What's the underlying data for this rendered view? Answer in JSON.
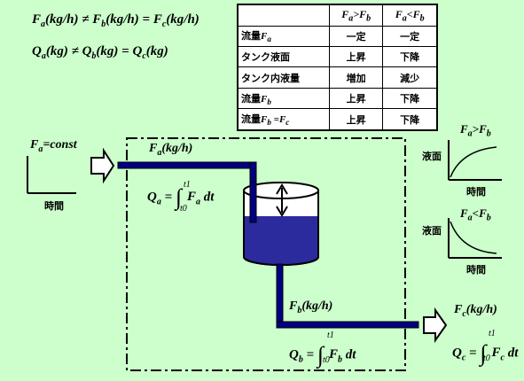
{
  "equations": {
    "eq1": {
      "F": "F",
      "a": "a",
      "unit": "(kg/h)",
      "neq": " ≠ ",
      "b": "b",
      "eqsign": " = ",
      "c": "c"
    },
    "eq2": {
      "Q": "Q",
      "a": "a",
      "unit": "(kg)",
      "neq": " ≠ ",
      "b": "b",
      "eqsign": " = ",
      "c": "c"
    }
  },
  "table": {
    "header": {
      "col1": "F",
      "col1_sub_a": "a",
      "col1_op": ">F",
      "col1_sub_b": "b",
      "col2": "F",
      "col2_sub_a": "a",
      "col2_op": "<F",
      "col2_sub_b": "b"
    },
    "rows": [
      {
        "label": "流量",
        "sym": "F",
        "sub": "a",
        "v1": "一定",
        "v2": "一定"
      },
      {
        "label": "タンク液面",
        "v1": "上昇",
        "v2": "下降"
      },
      {
        "label": "タンク内液量",
        "v1": "増加",
        "v2": "減少"
      },
      {
        "label": "流量",
        "sym": "F",
        "sub": "b",
        "v1": "上昇",
        "v2": "下降"
      },
      {
        "label": "流量",
        "sym": "F",
        "sub": "b",
        "extra": " =F",
        "extra_sub": "c",
        "v1": "上昇",
        "v2": "下降"
      }
    ]
  },
  "inflow": {
    "F": "F",
    "a": "a",
    "const": "=const",
    "time": "時間"
  },
  "pipe_in_label": {
    "F": "F",
    "a": "a",
    "unit": "(kg/h)"
  },
  "pipe_out_label": {
    "F": "F",
    "b": "b",
    "unit": "(kg/h)"
  },
  "outflow_label": {
    "F": "F",
    "c": "c",
    "unit": "(kg/h)"
  },
  "integrals": {
    "qa": {
      "Q": "Q",
      "sub": "a",
      "eq": " = ",
      "F": "F",
      "dt": " dt",
      "upper": "t1",
      "lower": "t0"
    },
    "qb": {
      "Q": "Q",
      "sub": "b",
      "eq": " = ",
      "F": "F",
      "dt": " dt",
      "upper": "t1",
      "lower": "t0"
    },
    "qc": {
      "Q": "Q",
      "sub": "c",
      "eq": " = ",
      "F": "F",
      "dt": " dt",
      "upper": "t1",
      "lower": "t0"
    }
  },
  "graphs": {
    "rise": {
      "title_F": "F",
      "title_a": "a",
      "title_op": ">F",
      "title_b": "b",
      "ylabel": "液面",
      "xlabel": "時間"
    },
    "fall": {
      "title_F": "F",
      "title_a": "a",
      "title_op": "<F",
      "title_b": "b",
      "ylabel": "液面",
      "xlabel": "時間"
    }
  },
  "colors": {
    "background": "#ccffcc",
    "pipe": "#000080",
    "liquid": "#2b2b9e",
    "tank": "#ffffff"
  }
}
